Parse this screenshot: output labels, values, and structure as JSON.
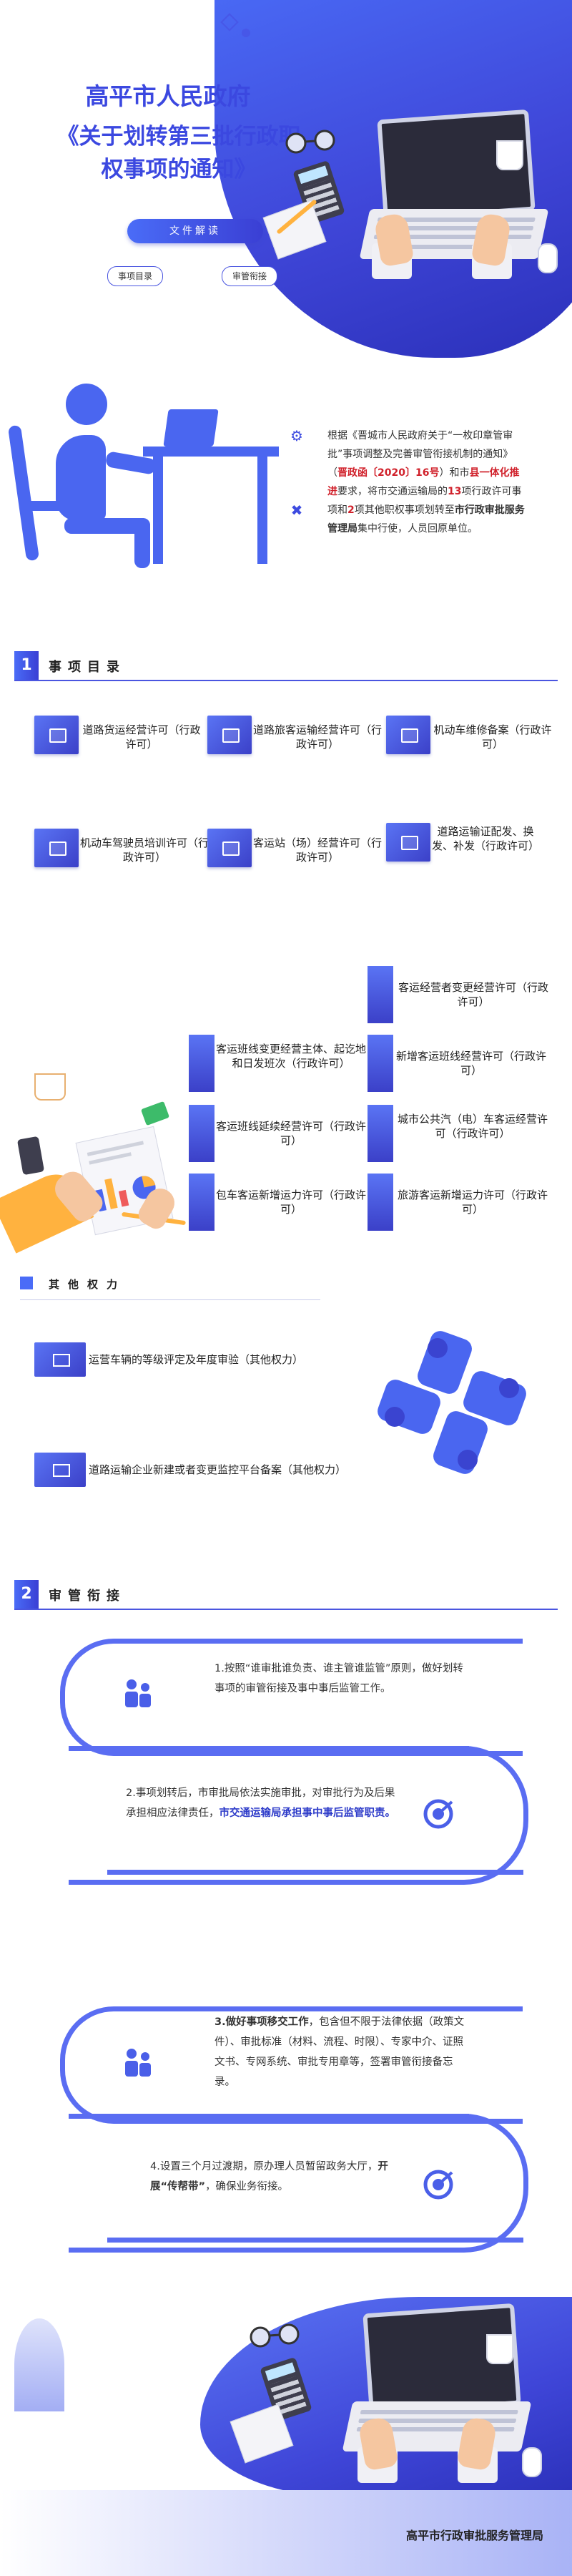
{
  "header": {
    "title_line1": "高平市人民政府",
    "title_line2": "《关于划转第三批行政职",
    "title_line3": "权事项的通知》",
    "doc_button": "文件解读",
    "tab_items": "事项目录",
    "tab_supervision": "审管衔接"
  },
  "intro": {
    "t1": "根据《晋城市人民政府关于“一枚印章管审批”事项调整及完善审管衔接机制的通知》（",
    "doc_no": "晋政函〔2020〕16号",
    "t2": "）和市",
    "red2": "县一体化推进",
    "t3": "要求，将市交通运输局的",
    "n13": "13",
    "t4": "项行政许可事项和",
    "n2": "2",
    "t5": "项其他职权事项划转至",
    "bold_org": "市行政审批服务管理局",
    "t6": "集中行使，人员回原单位。"
  },
  "section1": {
    "num": "1",
    "title": "事项目录"
  },
  "items": [
    "道路货运经营许可（行政许可）",
    "道路旅客运输经营许可（行政许可）",
    "机动车维修备案（行政许可）",
    "机动车驾驶员培训许可（行政许可）",
    "客运站（场）经营许可（行政许可）",
    "道路运输证配发、换发、补发（行政许可）"
  ],
  "items_right": [
    "客运经营者变更经营许可（行政许可）",
    "客运班线变更经营主体、起讫地和日发班次（行政许可）",
    "新增客运班线经营许可（行政许可）",
    "客运班线延续经营许可（行政许可）",
    "城市公共汽（电）车客运经营许可（行政许可）",
    "包车客运新增运力许可（行政许可）",
    "旅游客运新增运力许可（行政许可）"
  ],
  "other": {
    "title": "其他权力",
    "item1": "运营车辆的等级评定及年度审验（其他权力）",
    "item2": "道路运输企业新建或者变更监控平台备案（其他权力）"
  },
  "section2": {
    "num": "2",
    "title": "审管衔接"
  },
  "sup": {
    "s1a": "1.按照“谁审批谁负责、谁主管谁监管”原则，做好划转事项的审管衔接及事中事后监管工作。",
    "s2a": "2.事项划转后，市审批局依法实施审批，对审批行为及后果承担相应法律责任，",
    "s2b": "市交通运输局承担事中事后监管职责。",
    "s3a": "3.做好事项移交工作",
    "s3b": "，包含但不限于法律依据（政策文件）、审批标准（材料、流程、时限）、专家中介、证照文书、专网系统、审批专用章等，签署审管衔接备忘录。",
    "s4a": "4.设置三个月过渡期，原办理人员暂留政务大厅，",
    "s4b": "开展“传帮带”",
    "s4c": "，确保业务衔接。"
  },
  "footer": {
    "org": "高平市行政审批服务管理局"
  },
  "colors": {
    "primary": "#3b48e0",
    "accent_red": "#d0202a",
    "gradient_start": "#4a6cf7",
    "gradient_end": "#3a3fd4"
  }
}
